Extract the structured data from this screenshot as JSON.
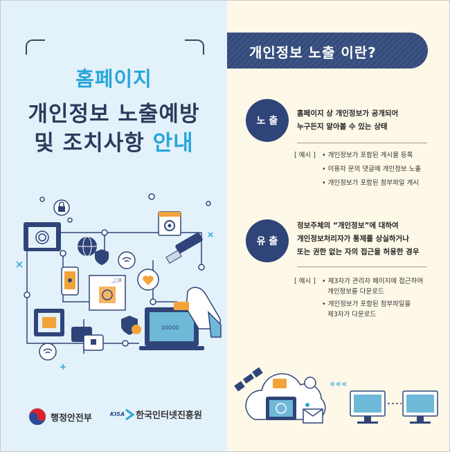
{
  "left": {
    "title_line1": "홈페이지",
    "title_line2": "개인정보 노출예방",
    "title_line3_a": "및 조치사항",
    "title_line3_b": "안내",
    "logo_mois": "행정안전부",
    "logo_kisa_mark": "KISA",
    "logo_kisa": "한국인터넷진흥원"
  },
  "right": {
    "banner": "개인정보 노출 이란?",
    "sections": [
      {
        "badge": "노 출",
        "definition": [
          "홈페이지 상 개인정보가 공개되어",
          "누구든지 알아볼 수 있는 상태"
        ],
        "example_label": "[ 예시 ]",
        "examples": [
          "• 개인정보가 포함된 게시물 등록",
          "• 이용자 문의 댓글에 개인정보 노출",
          "• 개인정보가 포함된 첨부파일 게시"
        ]
      },
      {
        "badge": "유 출",
        "definition": [
          "정보주체의 “개인정보”에 대하여",
          "개인정보처리자가 통제를 상실하거나",
          "또는 권한 없는 자의 접근을 허용한 경우"
        ],
        "example_label": "[ 예시 ]",
        "examples": [
          "• 제3자가 관리자 페이지에 접근하여",
          "개인정보를 다운로드",
          "• 개인정보가 포함된 첨부파일을",
          "제3자가 다운로드"
        ]
      }
    ]
  },
  "illustration": {
    "popup_text": "_□X",
    "monitor_text": "00000"
  },
  "colors": {
    "navy": "#2f4478",
    "accent_blue": "#27a6d8",
    "left_bg": "#e3f1fa",
    "right_bg": "#fdf8e8"
  }
}
